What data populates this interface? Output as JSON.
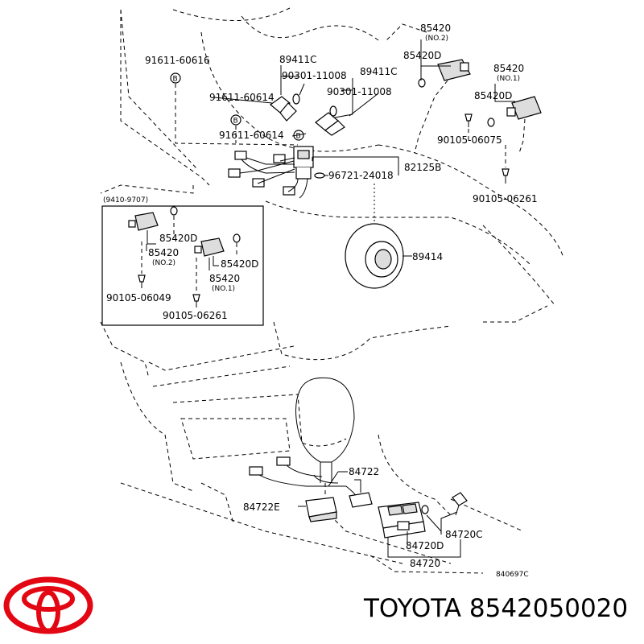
{
  "brand": {
    "name": "TOYOTA",
    "part_number": "8542050020",
    "logo_icon": "toyota-logo-icon",
    "logo_color": "#e30613"
  },
  "diagram": {
    "code": "840697C",
    "inset_range": "(9410-9707)",
    "labels": {
      "p85420_no2_top": "85420",
      "no2_top": "(NO.2)",
      "p85420d_top_a": "85420D",
      "p85420_no1_top": "85420",
      "no1_top": "(NO.1)",
      "p85420d_top_b": "85420D",
      "p89411c_a": "89411C",
      "p89411c_b": "89411C",
      "p90301_a": "90301-11008",
      "p90301_b": "90301-11008",
      "p91611_60616": "91611-60616",
      "p91611_60614_a": "91611-60614",
      "p91611_60614_b": "91611-60614",
      "p90105_06075": "90105-06075",
      "p82125b": "82125B",
      "p96721": "96721-24018",
      "p90105_06261_r": "90105-06261",
      "p89414": "89414",
      "in_85420d_a": "85420D",
      "in_85420_a": "85420",
      "in_no2": "(NO.2)",
      "in_85420d_b": "85420D",
      "in_85420_b": "85420",
      "in_no1": "(NO.1)",
      "in_90105_06049": "90105-06049",
      "in_90105_06261": "90105-06261",
      "p84722": "84722",
      "p84722e": "84722E",
      "p84720c": "84720C",
      "p84720d": "84720D",
      "p84720": "84720",
      "b_marker": "B"
    }
  }
}
